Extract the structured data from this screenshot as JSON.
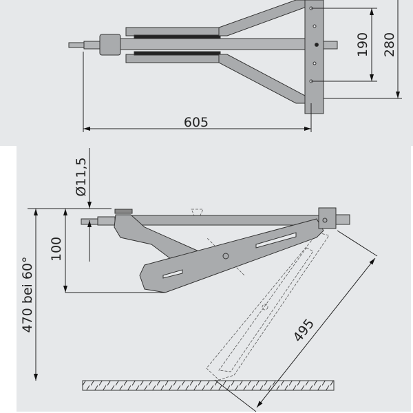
{
  "top_view": {
    "dim_length": "605",
    "dim_hole_spacing": "190",
    "dim_plate_height": "280"
  },
  "side_view": {
    "dim_diameter": "Ø11,5",
    "dim_height": "100",
    "dim_extended_height": "470 bei 60°",
    "dim_arm_length": "495"
  },
  "colors": {
    "background": "#e6e8ea",
    "part": "#a9abad",
    "line": "#2a2a2a"
  }
}
